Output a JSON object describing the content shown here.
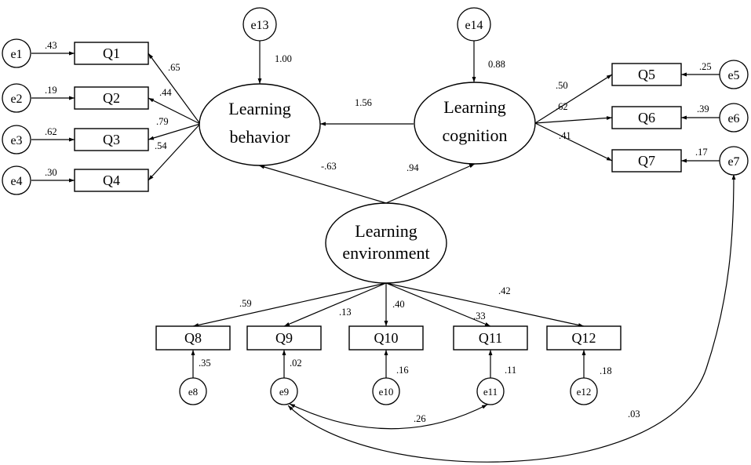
{
  "latents": {
    "behavior": [
      "Learning",
      "behavior"
    ],
    "cognition": [
      "Learning",
      "cognition"
    ],
    "environment": [
      "Learning",
      "environment"
    ]
  },
  "observed": {
    "q1": "Q1",
    "q2": "Q2",
    "q3": "Q3",
    "q4": "Q4",
    "q5": "Q5",
    "q6": "Q6",
    "q7": "Q7",
    "q8": "Q8",
    "q9": "Q9",
    "q10": "Q10",
    "q11": "Q11",
    "q12": "Q12"
  },
  "errors": {
    "e1": "e1",
    "e2": "e2",
    "e3": "e3",
    "e4": "e4",
    "e5": "e5",
    "e6": "e6",
    "e7": "e7",
    "e8": "e8",
    "e9": "e9",
    "e10": "e10",
    "e11": "e11",
    "e12": "e12",
    "e13": "e13",
    "e14": "e14"
  },
  "coefficients": {
    "e1_q1": ".43",
    "e2_q2": ".19",
    "e3_q3": ".62",
    "e4_q4": ".30",
    "beh_q1": ".65",
    "beh_q2": ".44",
    "beh_q3": ".79",
    "beh_q4": ".54",
    "e13_beh": "1.00",
    "e14_cog": "0.88",
    "cog_beh": "1.56",
    "env_beh": "-.63",
    "env_cog": ".94",
    "cog_q5": ".50",
    "cog_q6": ".62",
    "cog_q7": ".41",
    "e5_q5": ".25",
    "e6_q6": ".39",
    "e7_q7": ".17",
    "env_q8": ".59",
    "env_q9": ".13",
    "env_q10": ".40",
    "env_q11": ".33",
    "env_q12": ".42",
    "e8_q8": ".35",
    "e9_q9": ".02",
    "e10_q10": ".16",
    "e11_q11": ".11",
    "e12_q12": ".18",
    "e9_e11": ".26",
    "e9_e7": ".03"
  }
}
